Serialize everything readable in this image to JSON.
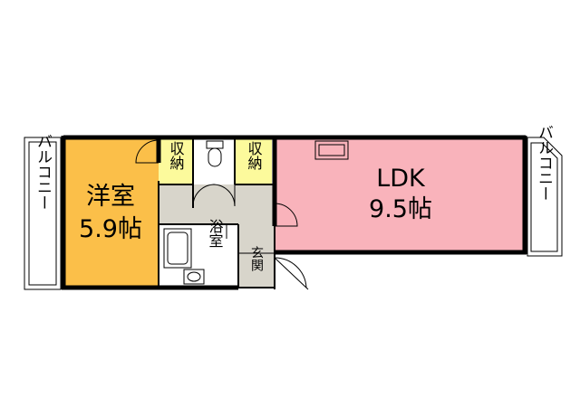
{
  "rooms": {
    "western": {
      "name": "洋室",
      "size": "5.9帖",
      "color": "#fbbf49"
    },
    "ldk": {
      "name": "LDK",
      "size": "9.5帖",
      "color": "#f9b3bb"
    },
    "bath": {
      "name": "浴室"
    },
    "entrance": {
      "name": "玄関"
    },
    "storage_left": {
      "name": "収納",
      "color": "#fcfa9c"
    },
    "storage_right": {
      "name": "収納",
      "color": "#fcfa9c"
    }
  },
  "balconies": {
    "left": "バルコニー",
    "right": "バルコニー"
  },
  "colors": {
    "hall": "#d8d5cb",
    "wall": "#000000"
  }
}
